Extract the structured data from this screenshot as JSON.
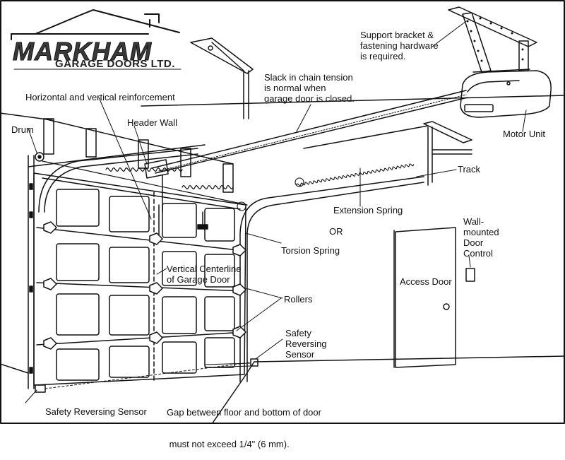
{
  "logo": {
    "name": "MARKHAM",
    "subtitle": "GARAGE DOORS LTD."
  },
  "labels": {
    "support_bracket": [
      "Support bracket &",
      "fastening hardware",
      "is required."
    ],
    "slack_chain": [
      "Slack in chain tension",
      "is normal when",
      "garage door is closed."
    ],
    "horizontal_vertical": "Horizontal and vertical reinforcement",
    "header_wall": "Header Wall",
    "drum": "Drum",
    "motor_unit": "Motor Unit",
    "track": "Track",
    "extension_spring": "Extension Spring",
    "or": "OR",
    "torsion_spring": "Torsion Spring",
    "wall_control": [
      "Wall-",
      "mounted",
      "Door",
      "Control"
    ],
    "access_door": "Access Door",
    "vertical_centerline": [
      "Vertical Centerline",
      "of Garage Door"
    ],
    "rollers": "Rollers",
    "safety_sensor_right": [
      "Safety",
      "Reversing",
      "Sensor"
    ],
    "gap_note": [
      "Gap between floor and bottom of door",
      " must not exceed 1/4\" (6 mm)."
    ],
    "safety_sensor_bottom": "Safety Reversing Sensor"
  },
  "colors": {
    "line": "#111111",
    "background": "#ffffff",
    "logo_fill": "#3a3a3a"
  }
}
